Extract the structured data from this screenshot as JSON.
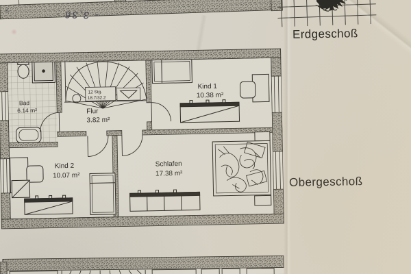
{
  "floors": {
    "ground": {
      "label": "Erdgeschoß"
    },
    "upper": {
      "label": "Obergeschoß"
    }
  },
  "handwriting": {
    "dimension": "- 3,36 -"
  },
  "rooms": {
    "bad": {
      "name": "Bad",
      "area": "6.14 m²"
    },
    "flur": {
      "name": "Flur",
      "area": "3.82 m²"
    },
    "kind1": {
      "name": "Kind 1",
      "area": "10.38 m²"
    },
    "kind2": {
      "name": "Kind 2",
      "area": "10.07 m²"
    },
    "schlafen": {
      "name": "Schlafen",
      "area": "17.38 m²"
    }
  },
  "stairs": {
    "line1": "12 Stg.",
    "line2": "18.7/32.2"
  },
  "icons": {
    "tree": "tree-icon",
    "stair_arrow": "triangle-down"
  },
  "colors": {
    "paper": "#d6d2c7",
    "ink": "#2f2d28",
    "wall_fill": "#b0aca0",
    "room_fill": "#dbd8ce"
  }
}
